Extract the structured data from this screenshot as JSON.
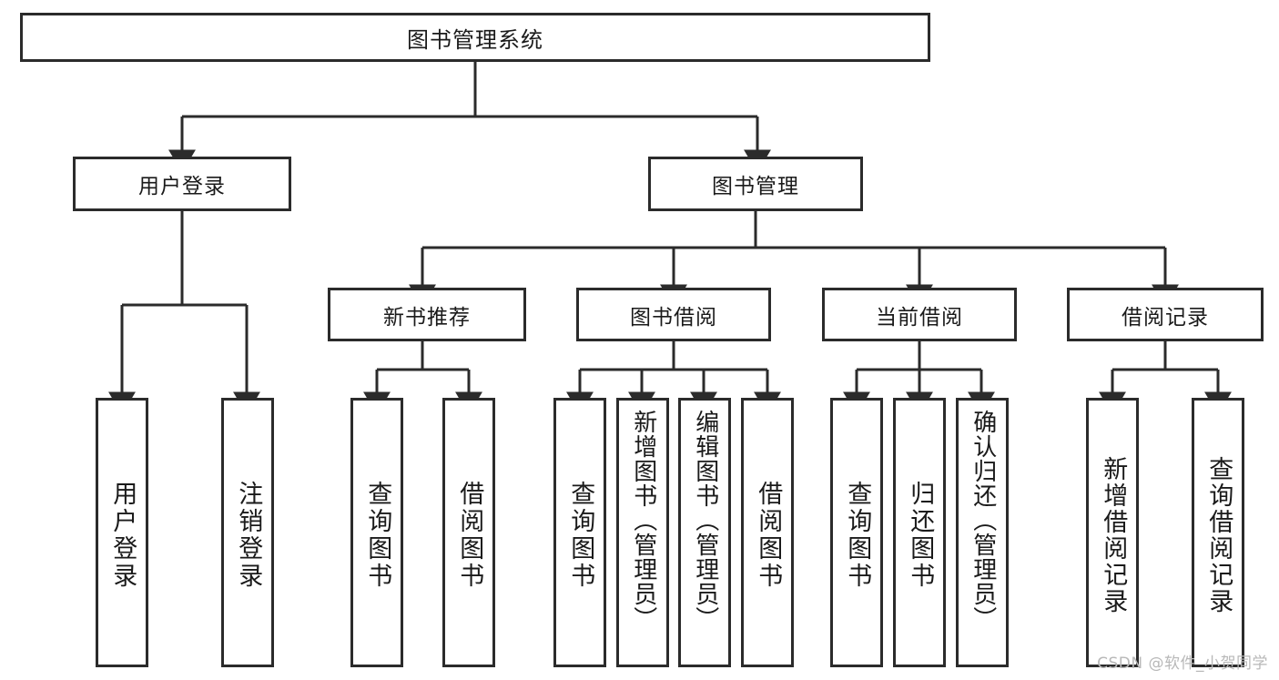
{
  "diagram": {
    "title": "图书管理系统",
    "type": "hierarchy-tree",
    "style": {
      "stroke": "#2b2b2b",
      "fill": "#ffffff",
      "text": "#1a1a1a",
      "watermark_color": "#b8b8b8"
    },
    "levels": {
      "level1": {
        "label": "图书管理系统"
      },
      "level2": [
        {
          "label": "用户登录"
        },
        {
          "label": "图书管理"
        }
      ],
      "level3": [
        {
          "label": "新书推荐"
        },
        {
          "label": "图书借阅"
        },
        {
          "label": "当前借阅"
        },
        {
          "label": "借阅记录"
        }
      ],
      "leaves": {
        "user_login": [
          {
            "label": "用户登录"
          },
          {
            "label": "注销登录"
          }
        ],
        "new_book_recommend": [
          {
            "label": "查询图书"
          },
          {
            "label": "借阅图书"
          }
        ],
        "book_borrow": [
          {
            "label": "查询图书"
          },
          {
            "label": "新增图书（管理员）"
          },
          {
            "label": "编辑图书（管理员）"
          },
          {
            "label": "借阅图书"
          }
        ],
        "current_borrow": [
          {
            "label": "查询图书"
          },
          {
            "label": "归还图书"
          },
          {
            "label": "确认归还（管理员）"
          }
        ],
        "borrow_records": [
          {
            "label": "新增借阅记录"
          },
          {
            "label": "查询借阅记录"
          }
        ]
      }
    }
  },
  "watermark": {
    "text": "CSDN @软件_小贺同学"
  }
}
